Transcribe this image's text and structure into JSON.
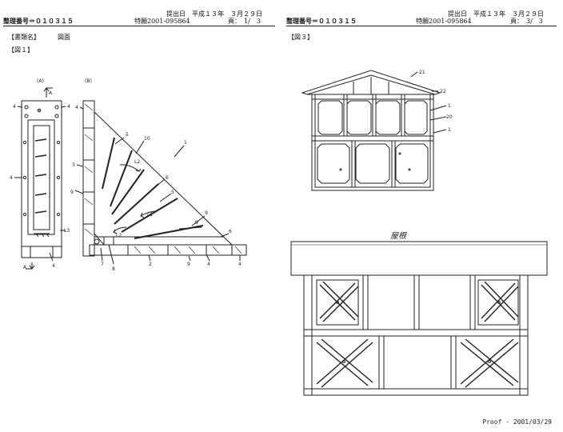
{
  "left_sheet": {
    "header": {
      "docket_number": "整理番号＝０１０３１５",
      "filing_date": "提出日　平成１３年　３月２９日",
      "application_number": "特願2001-095864",
      "page": "頁：　1/　3"
    },
    "document_name_label": "【書類名】",
    "document_name_value": "図面",
    "figure_label": "【図１】",
    "figure": {
      "view_a_label": "(A)",
      "view_b_label": "(B)",
      "section_marker": "A",
      "refs": {
        "r4": "4",
        "r3": "3",
        "r9": "9",
        "r5": "5",
        "r10": "10",
        "r1": "1",
        "r6": "6",
        "l1": "L1",
        "l2": "L2",
        "l3": "L3",
        "r7": "7",
        "r8": "8",
        "r2": "2"
      }
    }
  },
  "right_sheet": {
    "header": {
      "docket_number": "整理番号＝０１０３１５",
      "filing_date": "提出日　平成１３年　３月２９日",
      "application_number": "特願2001-095864",
      "page": "頁：　3/　3"
    },
    "figure_label": "【図３】",
    "figure": {
      "refs": {
        "r21": "21",
        "r22": "22",
        "r1": "1",
        "r20": "20"
      },
      "roof_caption": "屋根"
    }
  },
  "footer": "Proof - 2001/03/29"
}
